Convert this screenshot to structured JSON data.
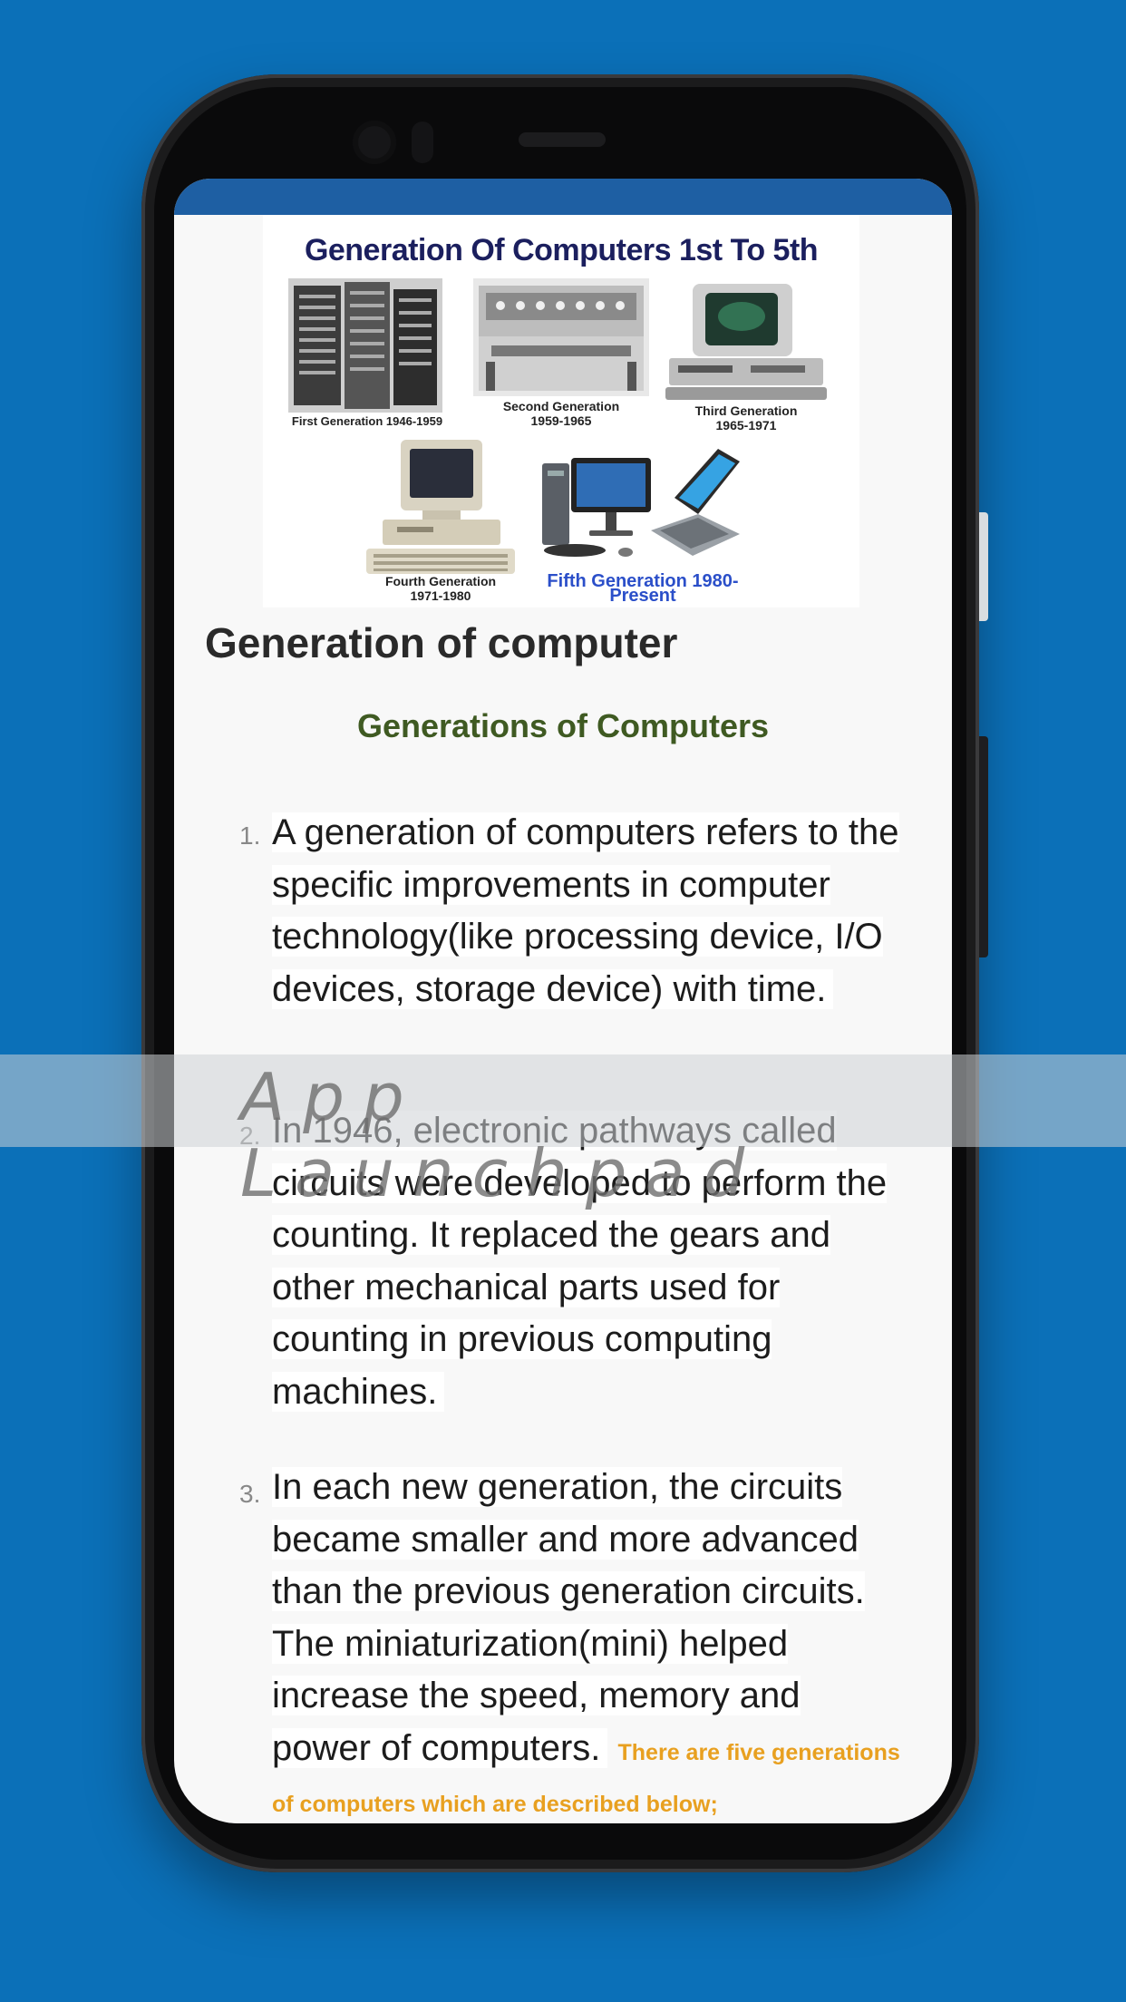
{
  "hero": {
    "title": "Generation Of Computers 1st To 5th",
    "captions": [
      "First Generation 1946-1959",
      "Second Generation\n1959-1965",
      "Third Generation\n1965-1971",
      "Fourth Generation\n1971-1980",
      "Fifth Generation 1980- Present"
    ]
  },
  "article": {
    "heading": "Generation of computer",
    "subheading": "Generations of Computers",
    "items": [
      {
        "number": "1.",
        "text": "A generation of computers refers to the specific improvements in computer technology(like processing device, I/O devices, storage device) with time."
      },
      {
        "number": "2.",
        "text": "In 1946, electronic pathways called circuits were developed to perform the counting. It replaced the gears and other mechanical parts used for counting in previous computing machines."
      },
      {
        "number": "3.",
        "text": "In each new generation, the circuits became smaller and more advanced than the previous generation circuits. The miniaturization(mini) helped increase the speed, memory and power of computers.",
        "note": "There are five generations of computers which are described below;"
      }
    ]
  },
  "watermark": "App Launchpad",
  "colors": {
    "background": "#0b70b8",
    "statusbar": "#1e5fa3",
    "subheading": "#3f5a22",
    "note": "#e8a020"
  }
}
